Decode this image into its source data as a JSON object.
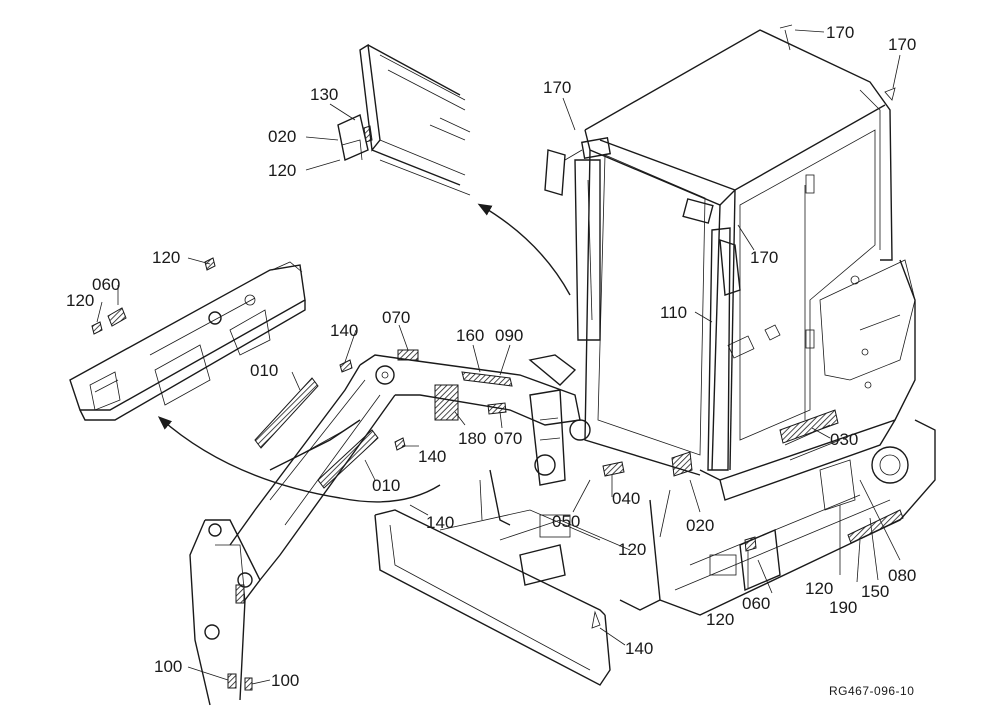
{
  "diagram": {
    "drawing_code": "RG467-096-10",
    "callouts": [
      {
        "id": "c170a",
        "label": "170"
      },
      {
        "id": "c170b",
        "label": "170"
      },
      {
        "id": "c170c",
        "label": "170"
      },
      {
        "id": "c170d",
        "label": "170"
      },
      {
        "id": "c130",
        "label": "130"
      },
      {
        "id": "c020a",
        "label": "020"
      },
      {
        "id": "c120a",
        "label": "120"
      },
      {
        "id": "c120b",
        "label": "120"
      },
      {
        "id": "c060a",
        "label": "060"
      },
      {
        "id": "c120c",
        "label": "120"
      },
      {
        "id": "c140a",
        "label": "140"
      },
      {
        "id": "c070a",
        "label": "070"
      },
      {
        "id": "c160",
        "label": "160"
      },
      {
        "id": "c090",
        "label": "090"
      },
      {
        "id": "c110",
        "label": "110"
      },
      {
        "id": "c010a",
        "label": "010"
      },
      {
        "id": "c180",
        "label": "180"
      },
      {
        "id": "c070b",
        "label": "070"
      },
      {
        "id": "c140b",
        "label": "140"
      },
      {
        "id": "c010b",
        "label": "010"
      },
      {
        "id": "c140c",
        "label": "140"
      },
      {
        "id": "c040",
        "label": "040"
      },
      {
        "id": "c050",
        "label": "050"
      },
      {
        "id": "c020b",
        "label": "020"
      },
      {
        "id": "c030",
        "label": "030"
      },
      {
        "id": "c120d",
        "label": "120"
      },
      {
        "id": "c120e",
        "label": "120"
      },
      {
        "id": "c060b",
        "label": "060"
      },
      {
        "id": "c120f",
        "label": "120"
      },
      {
        "id": "c190",
        "label": "190"
      },
      {
        "id": "c150",
        "label": "150"
      },
      {
        "id": "c080",
        "label": "080"
      },
      {
        "id": "c140d",
        "label": "140"
      },
      {
        "id": "c100a",
        "label": "100"
      },
      {
        "id": "c100b",
        "label": "100"
      }
    ]
  }
}
